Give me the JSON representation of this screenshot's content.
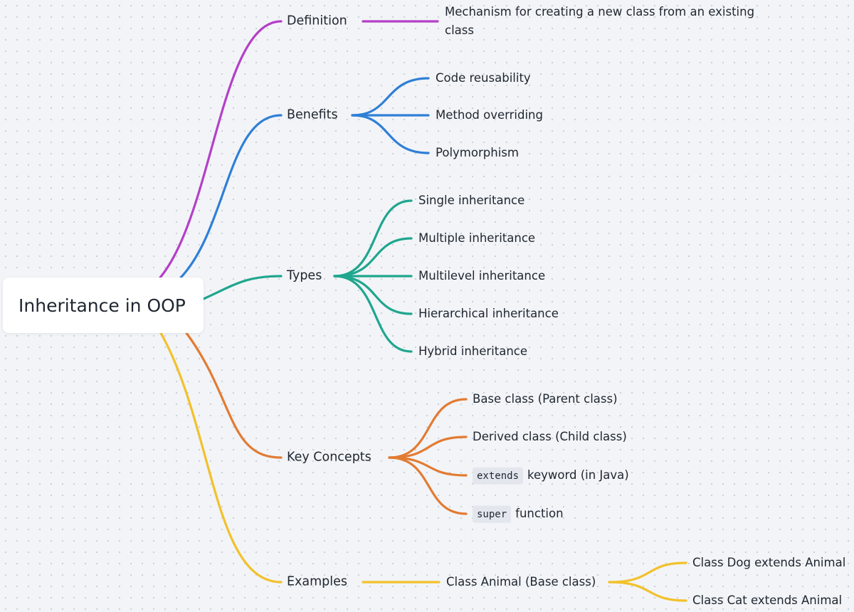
{
  "root": {
    "label": "Inheritance in OOP"
  },
  "colors": {
    "definition": "#b43fc8",
    "benefits": "#2f7fd6",
    "types": "#1fa68e",
    "key_concepts": "#e27b32",
    "examples": "#f2c12b"
  },
  "branches": {
    "definition": {
      "label": "Definition",
      "children": [
        "Mechanism for creating a new class from an existing class"
      ]
    },
    "benefits": {
      "label": "Benefits",
      "children": [
        "Code reusability",
        "Method overriding",
        "Polymorphism"
      ]
    },
    "types": {
      "label": "Types",
      "children": [
        "Single inheritance",
        "Multiple inheritance",
        "Multilevel inheritance",
        "Hierarchical inheritance",
        "Hybrid inheritance"
      ]
    },
    "key_concepts": {
      "label": "Key Concepts",
      "children": [
        {
          "text": "Base class (Parent class)"
        },
        {
          "text": "Derived class (Child class)"
        },
        {
          "code": "extends",
          "text": "keyword (in Java)"
        },
        {
          "code": "super",
          "text": "function"
        }
      ]
    },
    "examples": {
      "label": "Examples",
      "child": "Class Animal (Base class)",
      "grandchildren": [
        "Class Dog extends Animal",
        "Class Cat extends Animal"
      ]
    }
  }
}
